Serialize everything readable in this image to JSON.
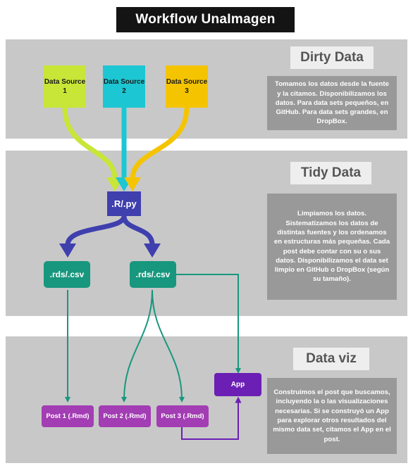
{
  "title": "Workflow UnaImagen",
  "sections": {
    "dirty": {
      "heading": "Dirty Data",
      "description": "Tomamos los datos desde la fuente y la citamos. Disponibilizamos los datos. Para data sets pequeños, en GitHub. Para data sets grandes, en DropBox."
    },
    "tidy": {
      "heading": "Tidy Data",
      "description": "Limpiamos los datos. Sistematizamos los datos de distintas fuentes y los ordenamos en estructuras más pequeñas. Cada post debe contar con su o sus datos. Disponibilizamos el data set limpio en GitHub o DropBox (según su tamaño)."
    },
    "viz": {
      "heading": "Data viz",
      "description": "Construimos el post que buscamos, incluyendo la o las visualizaciones necesarias. Si se construyó un App para explorar otros resultados del mismo data set, citamos el App en el post."
    }
  },
  "nodes": {
    "source1": "Data Source 1",
    "source2": "Data Source 2",
    "source3": "Data Source 3",
    "script": ".R/.py",
    "data_left": ".rds/.csv",
    "data_right": ".rds/.csv",
    "app": "App",
    "post1": "Post 1 (.Rmd)",
    "post2": "Post 2 (.Rmd)",
    "post3": "Post 3 (.Rmd)"
  },
  "colors": {
    "source1": "#c8e637",
    "source2": "#1cc7d3",
    "source3": "#f5c400",
    "script": "#3f3fae",
    "data": "#17977d",
    "app": "#6b1fb4",
    "post": "#a33db4",
    "section_bg": "#c8c8c8",
    "desc_bg": "#999999"
  }
}
